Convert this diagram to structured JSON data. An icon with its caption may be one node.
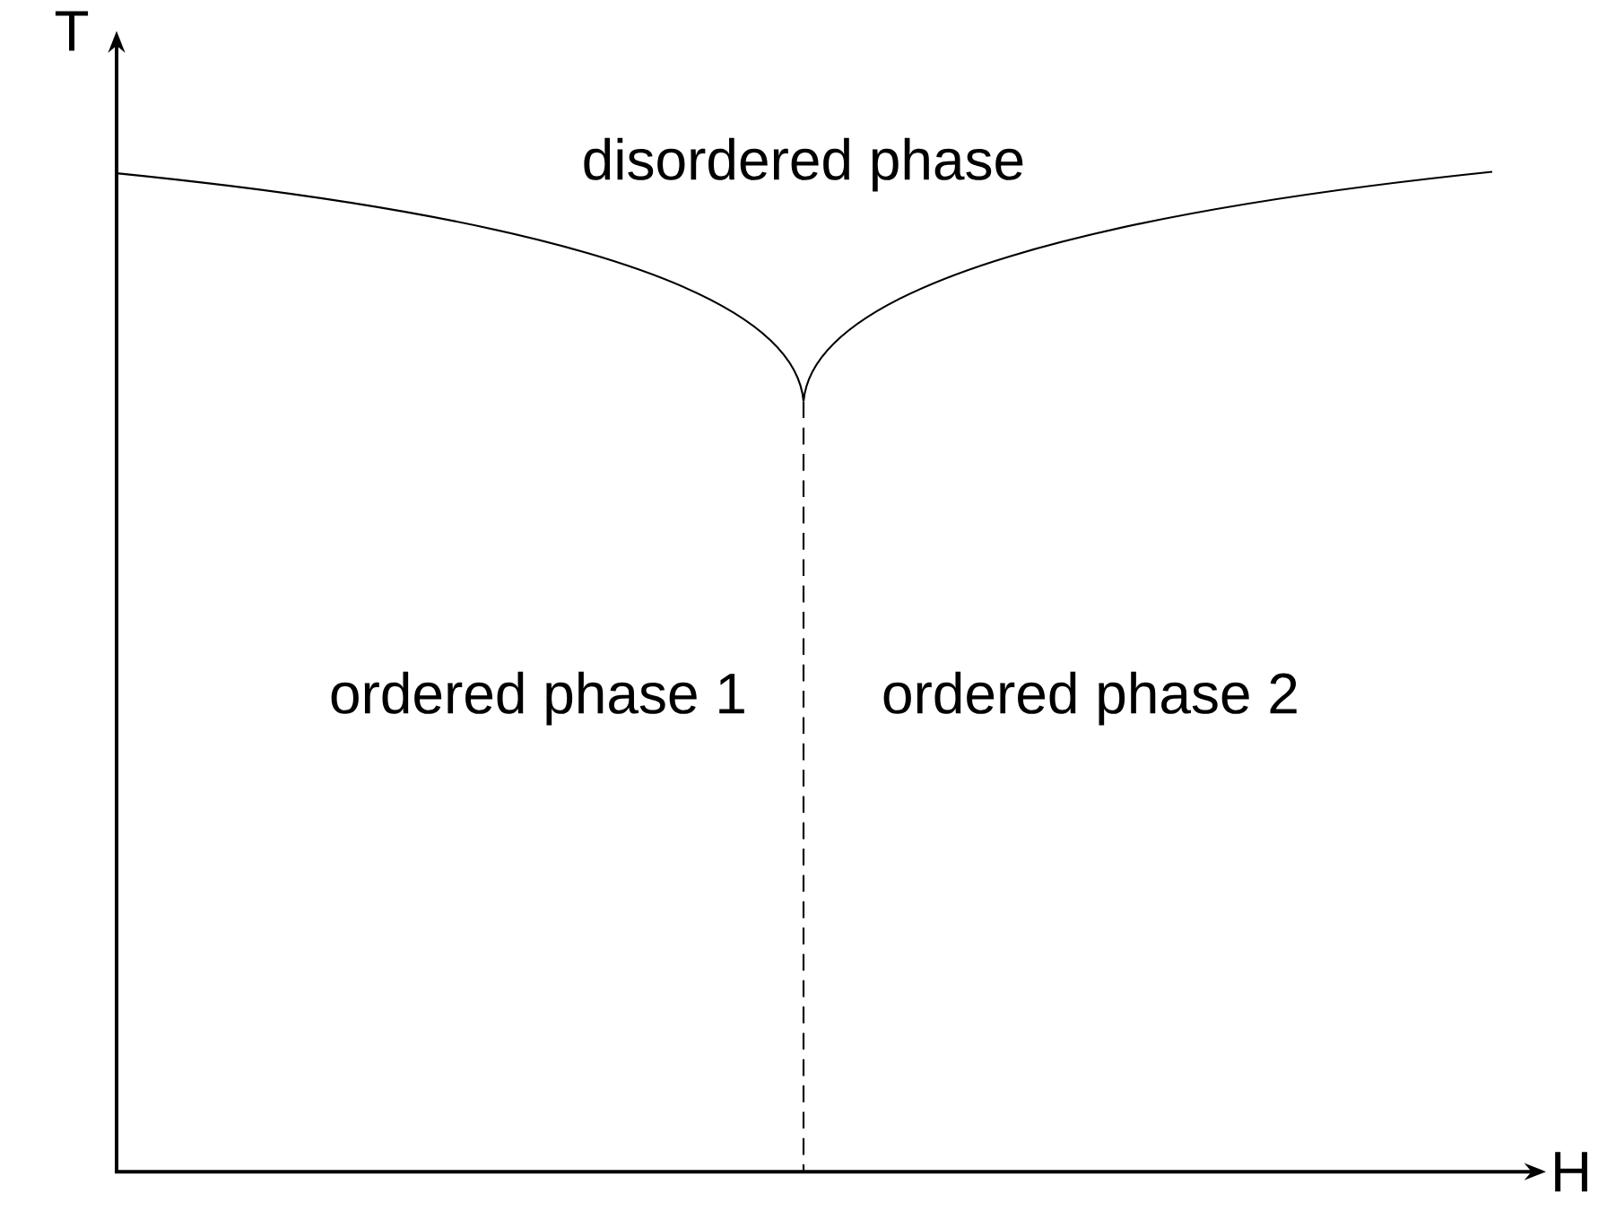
{
  "diagram": {
    "labels": [
      "T",
      "H",
      "disordered phase",
      "ordered phase 1",
      "ordered phase 2"
    ]
  }
}
